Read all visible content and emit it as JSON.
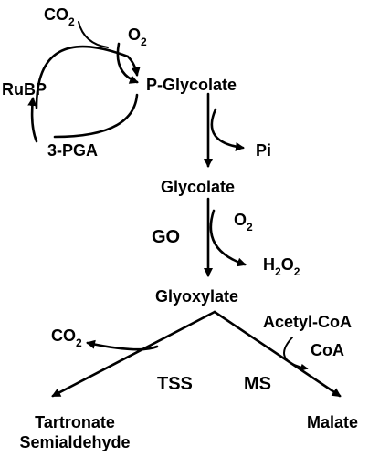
{
  "diagram": {
    "nodes": {
      "co2_top": {
        "main": "CO",
        "sub": "2"
      },
      "o2_top": {
        "main": "O",
        "sub": "2"
      },
      "rubp": "RuBP",
      "pga": "3-PGA",
      "p_glycolate": "P-Glycolate",
      "pi": "Pi",
      "glycolate": "Glycolate",
      "o2_mid": {
        "main": "O",
        "sub": "2"
      },
      "h2o2": {
        "a": "H",
        "sub1": "2",
        "b": "O",
        "sub2": "2"
      },
      "glyoxylate": "Glyoxylate",
      "co2_left": {
        "main": "CO",
        "sub": "2"
      },
      "acetyl_coa": "Acetyl-CoA",
      "coa": "CoA",
      "tartronate_line1": "Tartronate",
      "tartronate_line2": "Semialdehyde",
      "malate": "Malate"
    },
    "enzymes": {
      "go": "GO",
      "tss": "TSS",
      "ms": "MS"
    }
  },
  "colors": {
    "line": "#000000",
    "background": "#ffffff"
  }
}
